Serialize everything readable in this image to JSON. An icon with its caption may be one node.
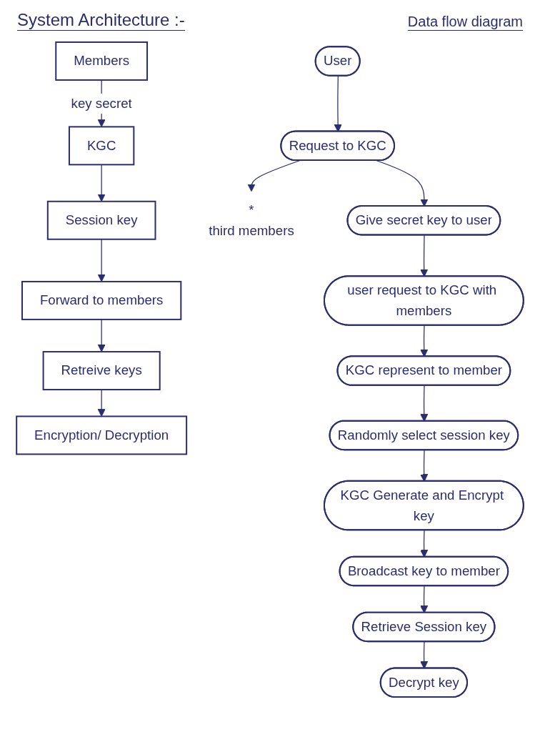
{
  "diagram": {
    "title": "System Architecture :-",
    "nodes": [
      {
        "text": [
          "Members"
        ]
      },
      {
        "text": [
          "KGC"
        ]
      },
      {
        "text": [
          "Session key"
        ]
      },
      {
        "text": [
          "Forward to members"
        ]
      },
      {
        "text": [
          "Retreive keys"
        ]
      },
      {
        "text": [
          "Encryption/ Decryption"
        ]
      },
      {
        "text": [
          "*",
          "third members"
        ]
      },
      {
        "text": [
          "User"
        ]
      },
      {
        "text": [
          "Request to KGC"
        ]
      },
      {
        "text": [
          "Randomly select session key"
        ]
      },
      {
        "text": [
          "Give secret key to user"
        ]
      },
      {
        "text": [
          "KGC represent to member"
        ]
      },
      {
        "text": [
          "user request to KGC with members"
        ]
      },
      {
        "text": [
          "KGC Generate and Encrypt key"
        ]
      },
      {
        "text": [
          "Broadcast key to member"
        ]
      },
      {
        "text": [
          "Retrieve Session key"
        ]
      },
      {
        "text": [
          "Decrypt key"
        ]
      }
    ],
    "edges": [
      {
        "from": 0,
        "to": 1,
        "arrow": "to",
        "label": "key secret"
      },
      {
        "from": 1,
        "to": 2,
        "arrow": "to"
      },
      {
        "from": 2,
        "to": 3,
        "arrow": "to"
      },
      {
        "from": 3,
        "to": 4,
        "arrow": "to"
      },
      {
        "from": 4,
        "to": 5,
        "arrow": "to"
      },
      {
        "from": 7,
        "to": 8,
        "arrow": "to"
      },
      {
        "from": 8,
        "to": 6,
        "arrow": "to"
      },
      {
        "from": 8,
        "to": 10,
        "arrow": "to"
      },
      {
        "from": 10,
        "to": 12,
        "arrow": "to"
      },
      {
        "from": 12,
        "to": 11,
        "arrow": "to"
      },
      {
        "from": 11,
        "to": 9,
        "arrow": "to"
      },
      {
        "from": 9,
        "to": 13,
        "arrow": "to"
      },
      {
        "from": 13,
        "to": 14,
        "arrow": "to"
      },
      {
        "from": 14,
        "to": 15,
        "arrow": "to"
      },
      {
        "from": 15,
        "to": 16,
        "arrow": "to"
      }
    ],
    "labels": [
      "Data flow diagram"
    ]
  }
}
